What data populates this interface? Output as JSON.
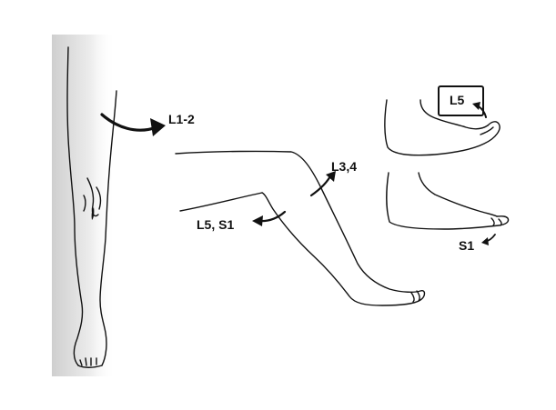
{
  "figure": {
    "labels": {
      "hip": "L1-2",
      "knee_extension": "L3,4",
      "knee_flexion": "L5, S1",
      "toe_extension": "L5",
      "toe_flexion": "S1"
    },
    "highlighted_label": "toe_extension",
    "colors": {
      "background": "#ffffff",
      "ink": "#111111",
      "page_shadow": "#d9d9d9"
    }
  }
}
